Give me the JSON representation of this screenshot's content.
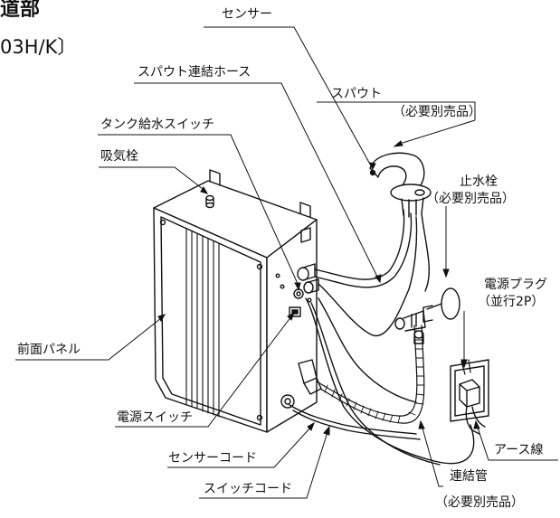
{
  "header": {
    "line1": "道部",
    "line2": "03H/K〕"
  },
  "labels": {
    "sensor": "センサー",
    "spout_hose": "スパウト連結ホース",
    "spout": "スパウト",
    "spout_note": "（必要別売品）",
    "tank_switch": "タンク給水スイッチ",
    "air_valve": "吸気栓",
    "stop_valve": "止水栓",
    "stop_valve_note": "（必要別売品）",
    "power_plug": "電源プラグ",
    "power_plug_note": "（並行2P）",
    "front_panel": "前面パネル",
    "ground_wire": "アース線",
    "power_switch": "電源スイッチ",
    "sensor_cord": "センサーコード",
    "connecting_pipe": "連結管",
    "connecting_pipe_note": "（必要別売品）",
    "switch_cord": "スイッチコード"
  }
}
